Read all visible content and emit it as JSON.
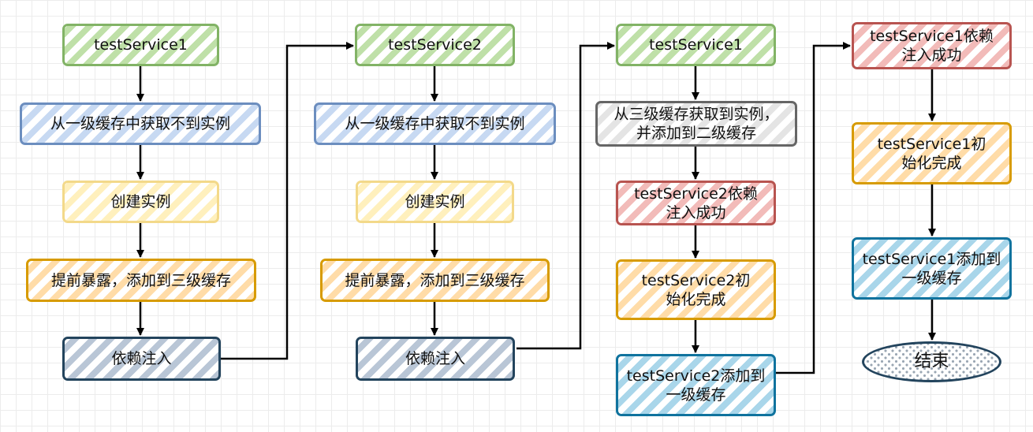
{
  "nodes": {
    "c1_service": "testService1",
    "c1_cache_miss": "从一级缓存中获取不到实例",
    "c1_create": "创建实例",
    "c1_expose": "提前暴露，添加到三级缓存",
    "c1_inject": "依赖注入",
    "c2_service": "testService2",
    "c2_cache_miss": "从一级缓存中获取不到实例",
    "c2_create": "创建实例",
    "c2_expose": "提前暴露，添加到三级缓存",
    "c2_inject": "依赖注入",
    "c3_service": "testService1",
    "c3_from_third": "从三级缓存获取到实例，并添加到二级缓存",
    "c3_inject_ok": "testService2依赖注入成功",
    "c3_init_done": "testService2初始化完成",
    "c3_add_first": "testService2添加到一级缓存",
    "c4_inject_ok": "testService1依赖注入成功",
    "c4_init_done": "testService1初始化完成",
    "c4_add_first": "testService1添加到一级缓存",
    "c4_end": "结束"
  },
  "colors": {
    "green": "#82b366",
    "blue": "#6c8ebf",
    "yellow": "#f3d98a",
    "orange": "#d79b00",
    "navy": "#23445d",
    "gray": "#666666",
    "red": "#b85450",
    "teal": "#10739e",
    "arrow": "#000000"
  }
}
